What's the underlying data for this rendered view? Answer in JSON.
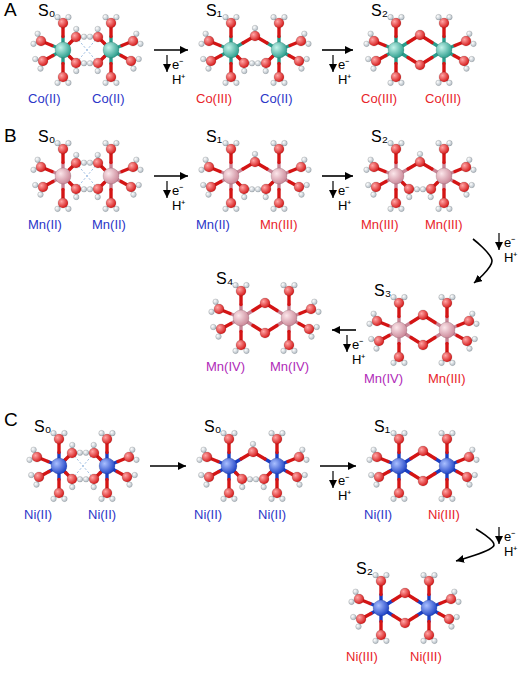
{
  "diagram": {
    "nodes": [
      {
        "text": [
          "S₀",
          "Co(II)",
          "Co(II)"
        ]
      },
      {
        "text": [
          "S₁",
          "Co(III)",
          "Co(II)"
        ]
      },
      {
        "text": [
          "S₂",
          "Co(III)",
          "Co(III)"
        ]
      },
      {
        "text": [
          "S₀",
          "Mn(II)",
          "Mn(II)"
        ]
      },
      {
        "text": [
          "S₁",
          "Mn(II)",
          "Mn(III)"
        ]
      },
      {
        "text": [
          "S₂",
          "Mn(III)",
          "Mn(III)"
        ]
      },
      {
        "text": [
          "S₃",
          "Mn(IV)",
          "Mn(III)"
        ]
      },
      {
        "text": [
          "S₄",
          "Mn(IV)",
          "Mn(IV)"
        ]
      },
      {
        "text": [
          "S₀",
          "Ni(II)",
          "Ni(II)"
        ]
      },
      {
        "text": [
          "S₀",
          "Ni(II)",
          "Ni(II)"
        ]
      },
      {
        "text": [
          "S₁",
          "Ni(II)",
          "Ni(III)"
        ]
      },
      {
        "text": [
          "S₂",
          "Ni(III)",
          "Ni(III)"
        ]
      }
    ],
    "edges": [
      {
        "from": 0,
        "to": 1,
        "arrow": "to",
        "label": "e⁻ H⁺"
      },
      {
        "from": 1,
        "to": 2,
        "arrow": "to",
        "label": "e⁻ H⁺"
      },
      {
        "from": 3,
        "to": 4,
        "arrow": "to",
        "label": "e⁻ H⁺"
      },
      {
        "from": 4,
        "to": 5,
        "arrow": "to",
        "label": "e⁻ H⁺"
      },
      {
        "from": 5,
        "to": 6,
        "arrow": "to",
        "label": "e⁻ H⁺"
      },
      {
        "from": 6,
        "to": 7,
        "arrow": "to",
        "label": "e⁻ H⁺"
      },
      {
        "from": 8,
        "to": 9,
        "arrow": "to"
      },
      {
        "from": 9,
        "to": 10,
        "arrow": "to",
        "label": "e⁻ H⁺"
      },
      {
        "from": 10,
        "to": 11,
        "arrow": "to",
        "label": "e⁻ H⁺"
      }
    ],
    "labels": [
      "A",
      "B",
      "C"
    ]
  }
}
